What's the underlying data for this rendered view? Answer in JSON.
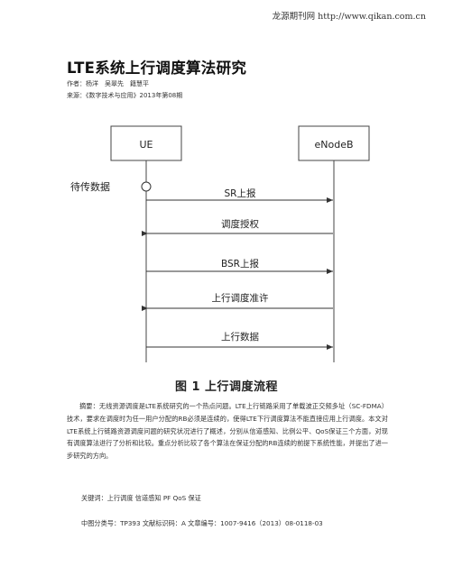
{
  "header": {
    "site": "龙源期刊网 http://www.qikan.com.cn"
  },
  "article": {
    "title": "LTE系统上行调度算法研究",
    "authors": "作者：杨洋　吴翠先　籍慧平",
    "source": "来源：《数字技术与应用》2013年第08期"
  },
  "figure": {
    "entity_left": "UE",
    "entity_right": "eNodeB",
    "start_label": "待传数据",
    "messages": [
      "SR上报",
      "调度授权",
      "BSR上报",
      "上行调度准许",
      "上行数据"
    ],
    "caption": "图 1  上行调度流程"
  },
  "abstract": "摘要：无线资源调度是LTE系统研究的一个热点问题。LTE上行链路采用了单载波正交频多址（SC-FDMA）技术，要求在调度时为任一用户分配的RB必须是连续的，使得LTE下行调度算法不能直接应用上行调度。本文对LTE系统上行链路资源调度问题的研究状况进行了概述，分别从信道感知、比例公平、QoS保证三个方面，对现有调度算法进行了分析和比较。重点分析比较了各个算法在保证分配的RB连续的前提下系统性能，并提出了进一步研究的方向。",
  "keywords": "关键词：上行调度 信道感知 PF QoS 保证",
  "classification": "中图分类号：TP393 文献标识码：A 文章编号：1007-9416（2013）08-0118-03"
}
